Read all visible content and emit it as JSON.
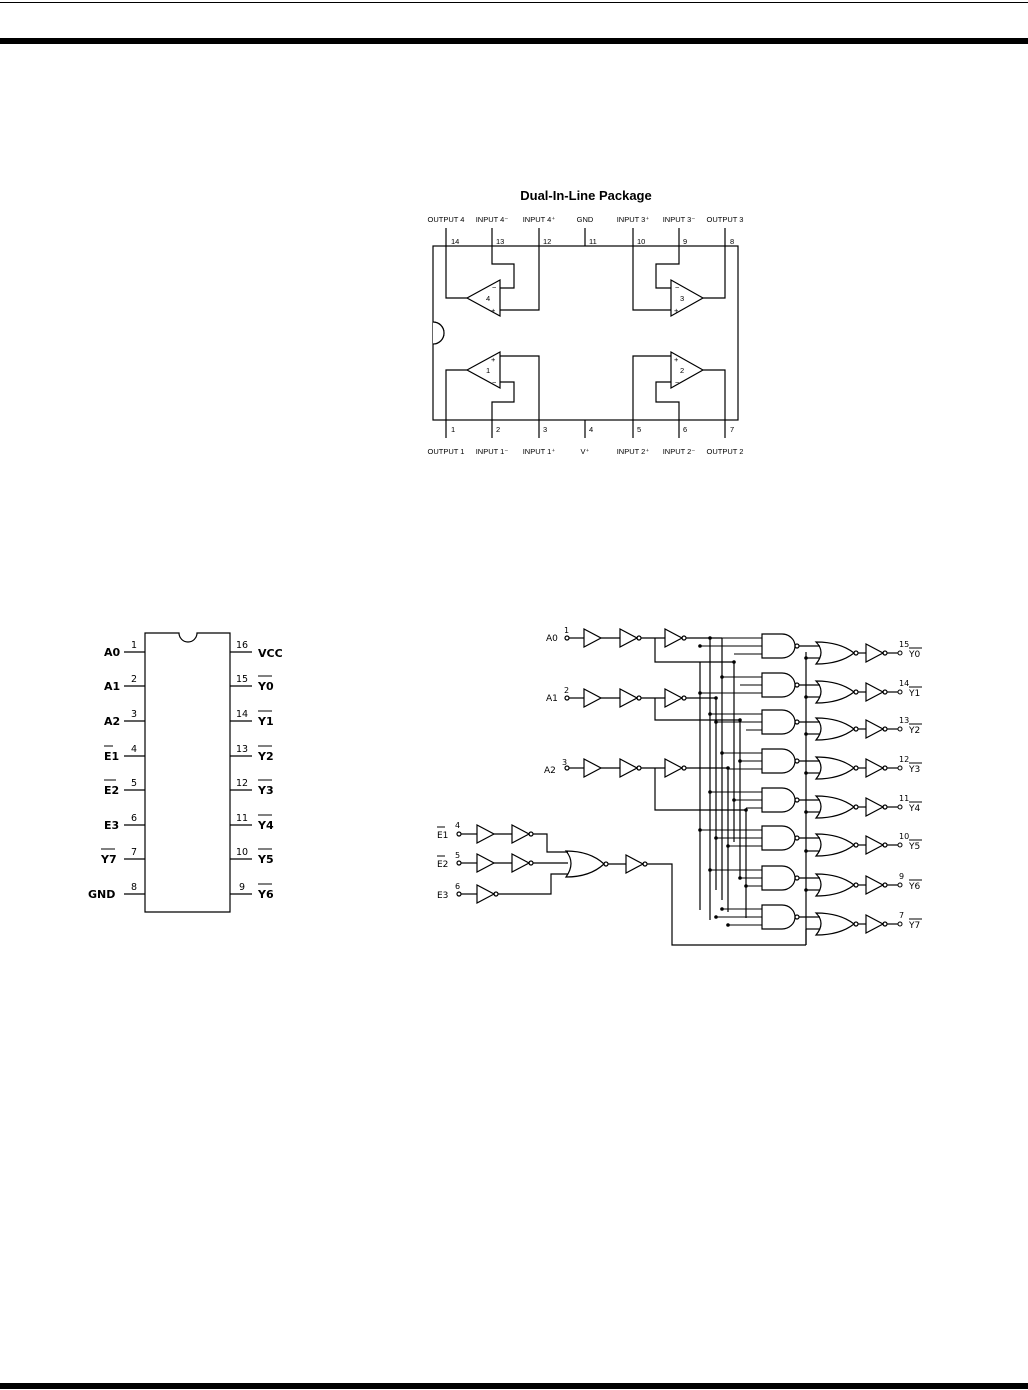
{
  "dip_package": {
    "title": "Dual-In-Line Package",
    "top_pins": [
      {
        "num": "14",
        "label": "OUTPUT 4"
      },
      {
        "num": "13",
        "label": "INPUT 4⁻"
      },
      {
        "num": "12",
        "label": "INPUT 4⁺"
      },
      {
        "num": "11",
        "label": "GND"
      },
      {
        "num": "10",
        "label": "INPUT 3⁺"
      },
      {
        "num": "9",
        "label": "INPUT 3⁻"
      },
      {
        "num": "8",
        "label": "OUTPUT 3"
      }
    ],
    "bottom_pins": [
      {
        "num": "1",
        "label": "OUTPUT 1"
      },
      {
        "num": "2",
        "label": "INPUT 1⁻"
      },
      {
        "num": "3",
        "label": "INPUT 1⁺"
      },
      {
        "num": "4",
        "label": "V⁺"
      },
      {
        "num": "5",
        "label": "INPUT 2⁺"
      },
      {
        "num": "6",
        "label": "INPUT 2⁻"
      },
      {
        "num": "7",
        "label": "OUTPUT 2"
      }
    ],
    "amp_numbers": [
      "4",
      "3",
      "1",
      "2"
    ]
  },
  "decoder_pinout": {
    "left_pins": [
      {
        "num": "1",
        "label": "A0"
      },
      {
        "num": "2",
        "label": "A1"
      },
      {
        "num": "3",
        "label": "A2"
      },
      {
        "num": "4",
        "label": "E1"
      },
      {
        "num": "5",
        "label": "E2"
      },
      {
        "num": "6",
        "label": "E3"
      },
      {
        "num": "7",
        "label": "Y7"
      },
      {
        "num": "8",
        "label": "GND"
      }
    ],
    "right_pins": [
      {
        "num": "16",
        "label": "VCC"
      },
      {
        "num": "15",
        "label": "Y0"
      },
      {
        "num": "14",
        "label": "Y1"
      },
      {
        "num": "13",
        "label": "Y2"
      },
      {
        "num": "12",
        "label": "Y3"
      },
      {
        "num": "11",
        "label": "Y4"
      },
      {
        "num": "10",
        "label": "Y5"
      },
      {
        "num": "9",
        "label": "Y6"
      }
    ]
  },
  "logic_diagram": {
    "address_inputs": [
      {
        "label": "A0",
        "num": "1"
      },
      {
        "label": "A1",
        "num": "2"
      },
      {
        "label": "A2",
        "num": "3"
      }
    ],
    "enable_inputs": [
      {
        "label": "E1",
        "num": "4"
      },
      {
        "label": "E2",
        "num": "5"
      },
      {
        "label": "E3",
        "num": "6"
      }
    ],
    "outputs": [
      {
        "label": "Y0",
        "num": "15"
      },
      {
        "label": "Y1",
        "num": "14"
      },
      {
        "label": "Y2",
        "num": "13"
      },
      {
        "label": "Y3",
        "num": "12"
      },
      {
        "label": "Y4",
        "num": "11"
      },
      {
        "label": "Y5",
        "num": "10"
      },
      {
        "label": "Y6",
        "num": "9"
      },
      {
        "label": "Y7",
        "num": "7"
      }
    ]
  }
}
